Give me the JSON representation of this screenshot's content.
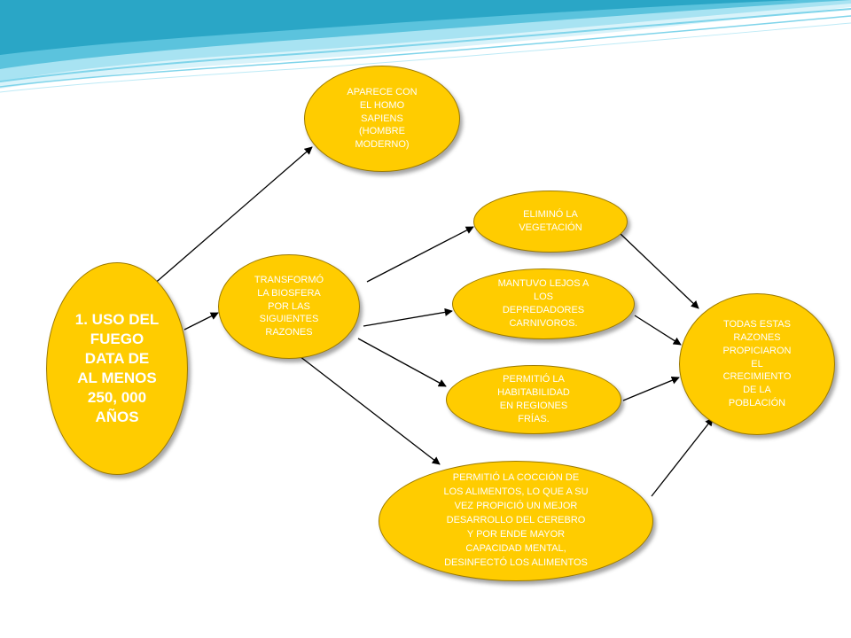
{
  "colors": {
    "node_fill": "#FFCC00",
    "node_text": "#FFFFFF",
    "arrow": "#000000",
    "wave_dark": "#2AA6C6",
    "wave_light": "#A8E3F2"
  },
  "nodes": {
    "main": "1. USO DEL\nFUEGO\nDATA DE\nAL MENOS\n250, 000\nAÑOS",
    "homo_sapiens": "APARECE CON\nEL HOMO\nSAPIENS\n(HOMBRE\nMODERNO)",
    "biosfera": "TRANSFORMÓ\nLA BIOSFERA\nPOR LAS\nSIGUIENTES\nRAZONES",
    "vegetacion": "ELIMINÓ  LA\nVEGETACIÓN",
    "depredadores": "MANTUVO LEJOS A\nLOS\nDEPREDADORES\nCARNIVOROS.",
    "habitabilidad": "PERMITIÓ  LA\nHABITABILIDAD\nEN REGIONES\nFRÍAS.",
    "coccion": "PERMITIÓ  LA COCCIÓN  DE\nLOS ALIMENTOS,  LO QUE A SU\nVEZ PROPICIÓ  UN MEJOR\nDESARROLLO DEL CEREBRO\nY POR ENDE MAYOR\nCAPACIDAD MENTAL,\nDESINFECTÓ LOS ALIMENTOS",
    "poblacion": "TODAS ESTAS\nRAZONES\nPROPICIARON\nEL\nCRECIMIENTO\nDE LA\nPOBLACIÓN"
  }
}
